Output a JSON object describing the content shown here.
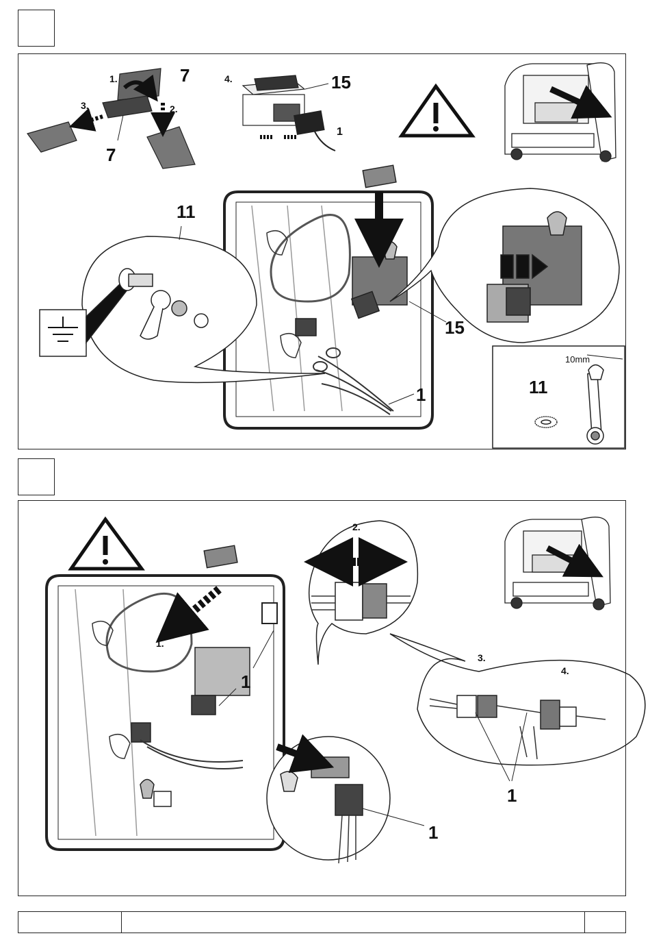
{
  "step_boxes": [
    {
      "label": ""
    },
    {
      "label": ""
    }
  ],
  "panel1": {
    "callouts": {
      "sub_1": "1.",
      "sub_2": "2.",
      "sub_3": "3.",
      "sub_4": "4.",
      "n7_top": "7",
      "n7_bottom": "7",
      "n15_top": "15",
      "n1_plug": "1",
      "n11_main": "11",
      "n15_main": "15",
      "n1_main": "1",
      "n11_inset": "11",
      "wrench_size": "10mm"
    },
    "icons": [
      "warning-triangle-icon",
      "ground-symbol-icon",
      "car-rear-view-icon",
      "wrench-icon",
      "lock-washer-icon"
    ]
  },
  "panel2": {
    "callouts": {
      "sub_1": "1.",
      "sub_2": "2.",
      "sub_3": "3.",
      "sub_4": "4.",
      "n1_left": "1",
      "n1_right": "1",
      "n1_bottom": "1"
    },
    "icons": [
      "warning-triangle-icon",
      "car-rear-view-icon"
    ]
  },
  "footer": {
    "left": "",
    "middle": "",
    "right": ""
  }
}
